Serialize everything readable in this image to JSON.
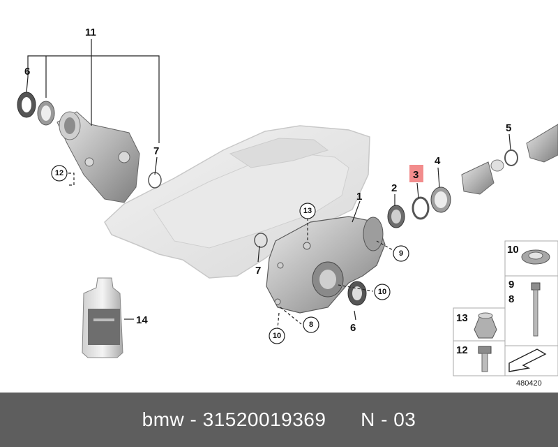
{
  "labels": {
    "l1": "1",
    "l2": "2",
    "l3": "3",
    "l4": "4",
    "l5": "5",
    "l6a": "6",
    "l6b": "6",
    "l7a": "7",
    "l7b": "7",
    "l8": "8",
    "l9": "9",
    "l10a": "10",
    "l10b": "10",
    "l11": "11",
    "l12": "12",
    "l13": "13",
    "l14": "14"
  },
  "legend": {
    "item10": "10",
    "item9": "9",
    "item8": "8",
    "item13": "13",
    "item12": "12"
  },
  "highlight_color": "#f28c8c",
  "drawing_number": "480420",
  "footer": {
    "text": "bmw - 31520019369      N - 03"
  }
}
